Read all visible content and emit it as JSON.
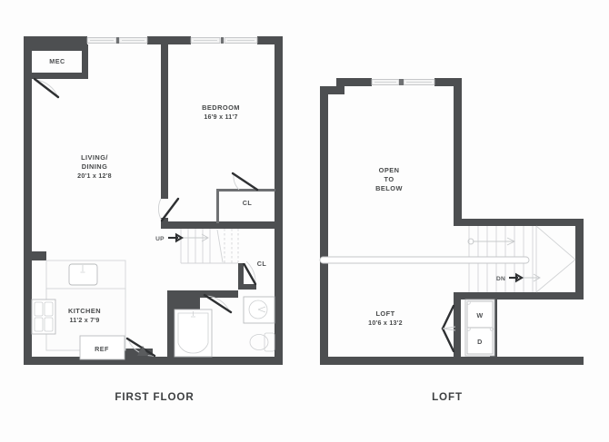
{
  "plan": {
    "title_first_floor": "FIRST FLOOR",
    "title_loft": "LOFT",
    "colors": {
      "wall": "#4d4f51",
      "wall_thin": "#6f7173",
      "text": "#464849",
      "fixture_stroke": "#b9bbbd",
      "background": "#fdfdfd"
    }
  },
  "first_floor": {
    "rooms": [
      {
        "name": "MEC",
        "label": "MEC",
        "dims": ""
      },
      {
        "name": "bedroom",
        "label": "BEDROOM",
        "dims": "16'9 x 11'7"
      },
      {
        "name": "living-dining",
        "label_line1": "LIVING/",
        "label_line2": "DINING",
        "dims": "20'1 x 12'8"
      },
      {
        "name": "kitchen",
        "label": "KITCHEN",
        "dims": "11'2 x 7'9"
      },
      {
        "name": "closet-upper",
        "label": "CL",
        "dims": ""
      },
      {
        "name": "closet-lower",
        "label": "CL",
        "dims": ""
      }
    ],
    "fixtures": [
      {
        "name": "refrigerator",
        "label": "REF"
      },
      {
        "name": "kitchen-sink",
        "label": ""
      },
      {
        "name": "cooktop",
        "label": ""
      },
      {
        "name": "bathtub",
        "label": ""
      },
      {
        "name": "bathroom-sink",
        "label": ""
      },
      {
        "name": "toilet",
        "label": ""
      }
    ],
    "stair_label": "UP"
  },
  "loft_floor": {
    "open_to_below": {
      "line1": "OPEN",
      "line2": "TO",
      "line3": "BELOW"
    },
    "rooms": [
      {
        "name": "loft",
        "label": "LOFT",
        "dims": "10'6 x 13'2"
      }
    ],
    "fixtures": [
      {
        "name": "washer",
        "label": "W"
      },
      {
        "name": "dryer",
        "label": "D"
      }
    ],
    "stair_label": "DN"
  }
}
